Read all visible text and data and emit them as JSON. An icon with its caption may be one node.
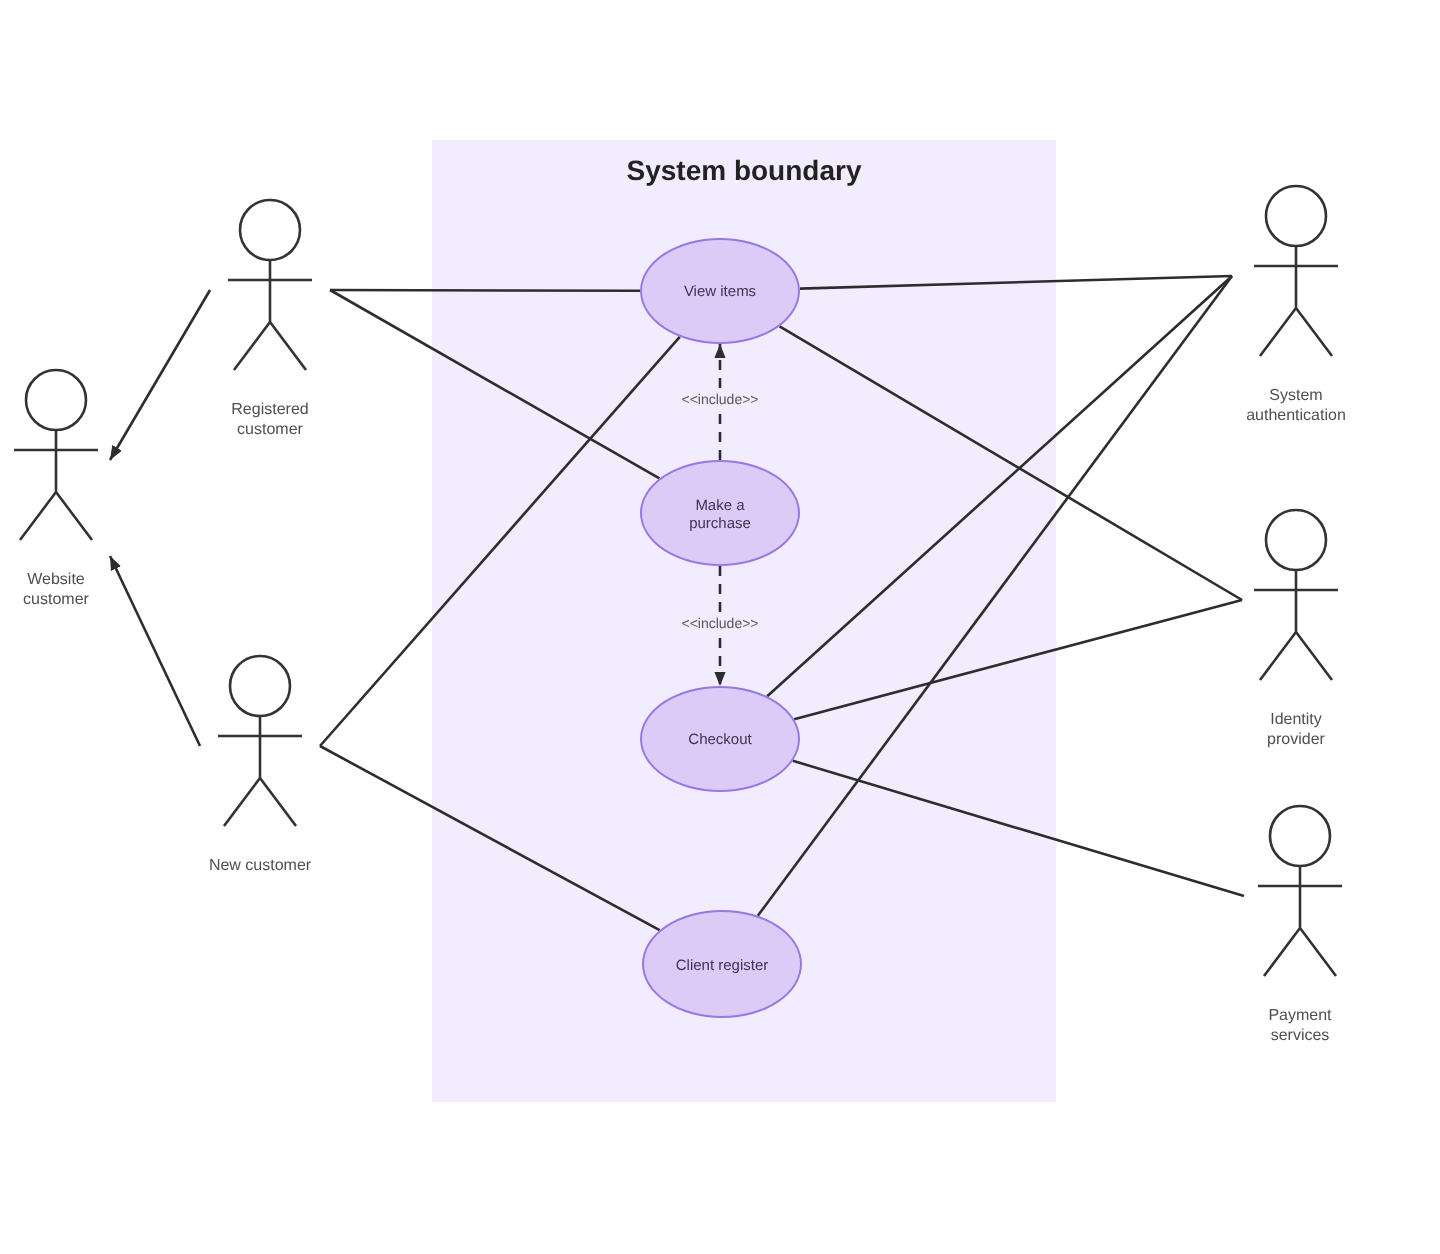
{
  "diagram": {
    "nodes": [
      {
        "text": [
          "System boundary"
        ]
      },
      {
        "text": [
          "View items"
        ],
        "in": 0
      },
      {
        "text": [
          "Make a purchase"
        ],
        "in": 0
      },
      {
        "text": [
          "Checkout"
        ],
        "in": 0
      },
      {
        "text": [
          "Client register"
        ],
        "in": 0
      },
      {
        "text": [
          "Registered customer"
        ]
      },
      {
        "text": [
          "Website customer"
        ]
      },
      {
        "text": [
          "New customer"
        ]
      },
      {
        "text": [
          "System authentication"
        ]
      },
      {
        "text": [
          "Identity provider"
        ]
      },
      {
        "text": [
          "Payment services"
        ]
      }
    ],
    "edges": [
      {
        "from": 5,
        "to": 6,
        "arrow": "to"
      },
      {
        "from": 7,
        "to": 6,
        "arrow": "to"
      },
      {
        "from": 5,
        "to": 1,
        "arrow": "none"
      },
      {
        "from": 5,
        "to": 2,
        "arrow": "none"
      },
      {
        "from": 7,
        "to": 1,
        "arrow": "none"
      },
      {
        "from": 7,
        "to": 4,
        "arrow": "none"
      },
      {
        "from": 2,
        "to": 1,
        "arrow": "to",
        "style": "dashed",
        "label": "<<include>>"
      },
      {
        "from": 2,
        "to": 3,
        "arrow": "to",
        "style": "dashed",
        "label": "<<include>>"
      },
      {
        "from": 1,
        "to": 8,
        "arrow": "none"
      },
      {
        "from": 1,
        "to": 9,
        "arrow": "none"
      },
      {
        "from": 3,
        "to": 8,
        "arrow": "none"
      },
      {
        "from": 3,
        "to": 9,
        "arrow": "none"
      },
      {
        "from": 3,
        "to": 10,
        "arrow": "none"
      },
      {
        "from": 4,
        "to": 8,
        "arrow": "none"
      }
    ]
  }
}
